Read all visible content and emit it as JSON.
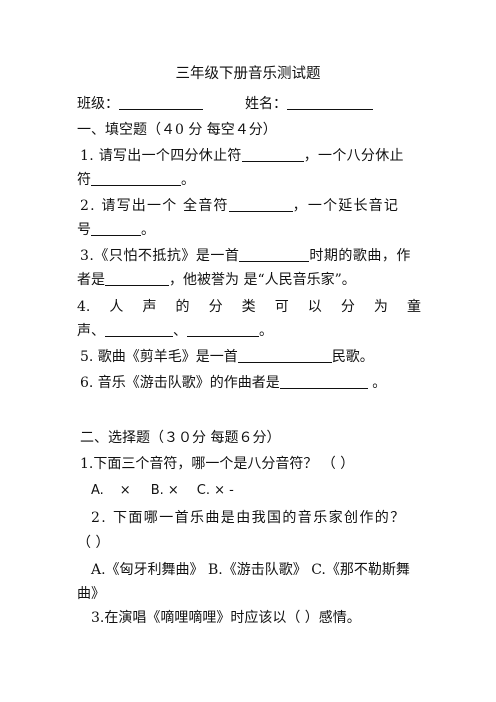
{
  "title": "三年级下册音乐测试题",
  "header": {
    "class_label": "班级：",
    "name_label": "姓名："
  },
  "section1": {
    "heading": "一、填空题（４0 分  每空４分）",
    "q1": {
      "a": "1. 请写出一个四分休止符",
      "b": "，一个八分休止",
      "c": "符",
      "d": "。"
    },
    "q2": {
      "a": "2. 请写出一个 全音符",
      "b": "，一个延长音记",
      "c": "号",
      "d": "。"
    },
    "q3": {
      "a": "3.《只怕不抵抗》是一首",
      "b": "时期的歌曲，作",
      "c": "者是",
      "d": "，他被誉为 是“人民音乐家”。"
    },
    "q4": {
      "chars": [
        "4.",
        "人",
        "声",
        "的",
        "分",
        "类",
        "可",
        "以",
        "分",
        "为",
        "童"
      ],
      "c": "声、",
      "sep": "、",
      "d": "。"
    },
    "q5": {
      "a": "5. 歌曲《剪羊毛》是一首",
      "b": "民歌。"
    },
    "q6": {
      "a": "6. 音乐《游击队歌》的作曲者是",
      "b": " 。"
    }
  },
  "section2": {
    "heading": "二、选择题（３０分  每题６分）",
    "q1": {
      "text": "1.下面三个音符，哪一个是八分音符？  （    ）",
      "opt_a": "A.",
      "opt_a_sym": "×",
      "opt_b": "B. ×",
      "opt_c": "C. × -"
    },
    "q2": {
      "line1": "2. 下面哪一首乐曲是由我国的音乐家创作的？",
      "line2": "（    ）"
    },
    "q2_opts": {
      "line1": "A.《匈牙利舞曲》  B.《游击队歌》  C.《那不勒斯舞",
      "line2": "曲》"
    },
    "q3": {
      "text": "3.在演唱《嘀哩嘀哩》时应该以（    ）感情。"
    }
  }
}
